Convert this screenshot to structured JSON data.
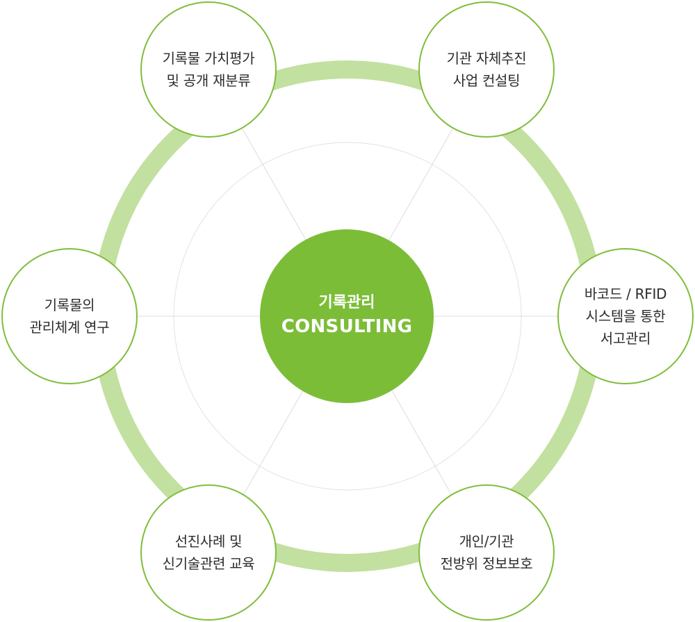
{
  "center": {
    "title": "기록관리",
    "subtitle": "CONSULTING"
  },
  "nodes": [
    {
      "label": "기록물 가치평가\n및 공개 재분류"
    },
    {
      "label": "기관 자체추진\n사업 컨설팅"
    },
    {
      "label": "바코드 / RFID\n시스템을 통한\n서고관리"
    },
    {
      "label": "개인/기관\n전방위 정보보호"
    },
    {
      "label": "선진사례 및\n신기술관련 교육"
    },
    {
      "label": "기록물의\n관리체계 연구"
    }
  ],
  "colors": {
    "ring": "#c2e09f",
    "accent": "#7cbd38",
    "node_border": "#7fbd3a",
    "spoke": "#dcdcdc",
    "text": "#2b2b2b"
  }
}
